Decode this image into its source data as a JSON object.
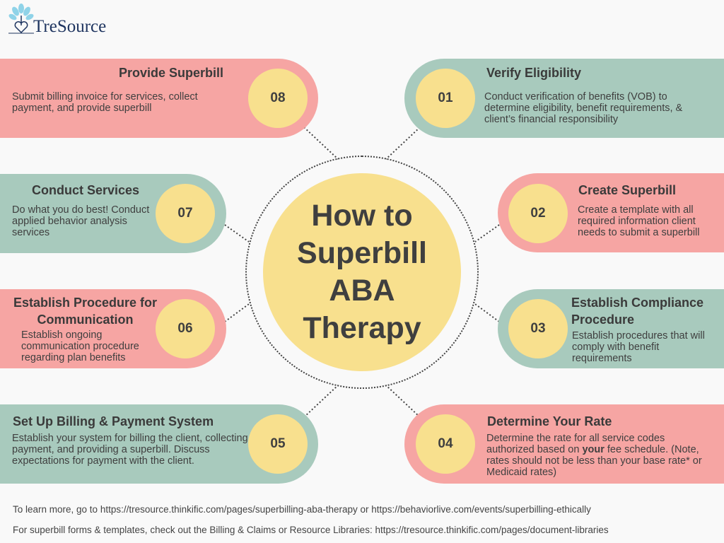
{
  "logo": {
    "text": "TreSource"
  },
  "center_title": [
    "How to",
    "Superbill",
    "ABA",
    "Therapy"
  ],
  "steps": {
    "s01": {
      "num": "01",
      "title": "Verify Eligibility",
      "desc": "Conduct verification of benefits (VOB) to determine eligibility, benefit requirements, & client’s financial responsibility"
    },
    "s02": {
      "num": "02",
      "title": "Create Superbill",
      "desc": "Create a template with all required information client needs to submit a superbill"
    },
    "s03": {
      "num": "03",
      "title": "Establish Compliance Procedure",
      "desc": "Establish procedures that will comply with benefit requirements"
    },
    "s04": {
      "num": "04",
      "title": "Determine Your Rate",
      "desc_a": "Determine the rate for all service codes authorized based on ",
      "desc_bold": "your",
      "desc_b": " fee schedule. (Note, rates should not be less than your base rate* or Medicaid rates)"
    },
    "s05": {
      "num": "05",
      "title": "Set Up Billing & Payment System",
      "desc": "Establish your system for billing the client, collecting payment, and providing a superbill. Discuss expectations for payment with the client."
    },
    "s06": {
      "num": "06",
      "title": "Establish Procedure for Communication",
      "desc": "Establish ongoing communication procedure regarding plan benefits"
    },
    "s07": {
      "num": "07",
      "title": "Conduct Services",
      "desc": "Do what you do best! Conduct applied behavior analysis services"
    },
    "s08": {
      "num": "08",
      "title": "Provide Superbill",
      "desc": "Submit billing invoice for services, collect payment, and provide superbill"
    }
  },
  "footer": {
    "line1": "To learn more, go to https://tresource.thinkific.com/pages/superbilling-aba-therapy or https://behaviorlive.com/events/superbilling-ethically",
    "line2": "For superbill forms & templates, check out the Billing & Claims or Resource Libraries: https://tresource.thinkific.com/pages/document-libraries"
  },
  "colors": {
    "teal": "#a8cabd",
    "pink": "#f6a5a3",
    "yellow": "#f8e08e",
    "text": "#3f3f3f"
  }
}
